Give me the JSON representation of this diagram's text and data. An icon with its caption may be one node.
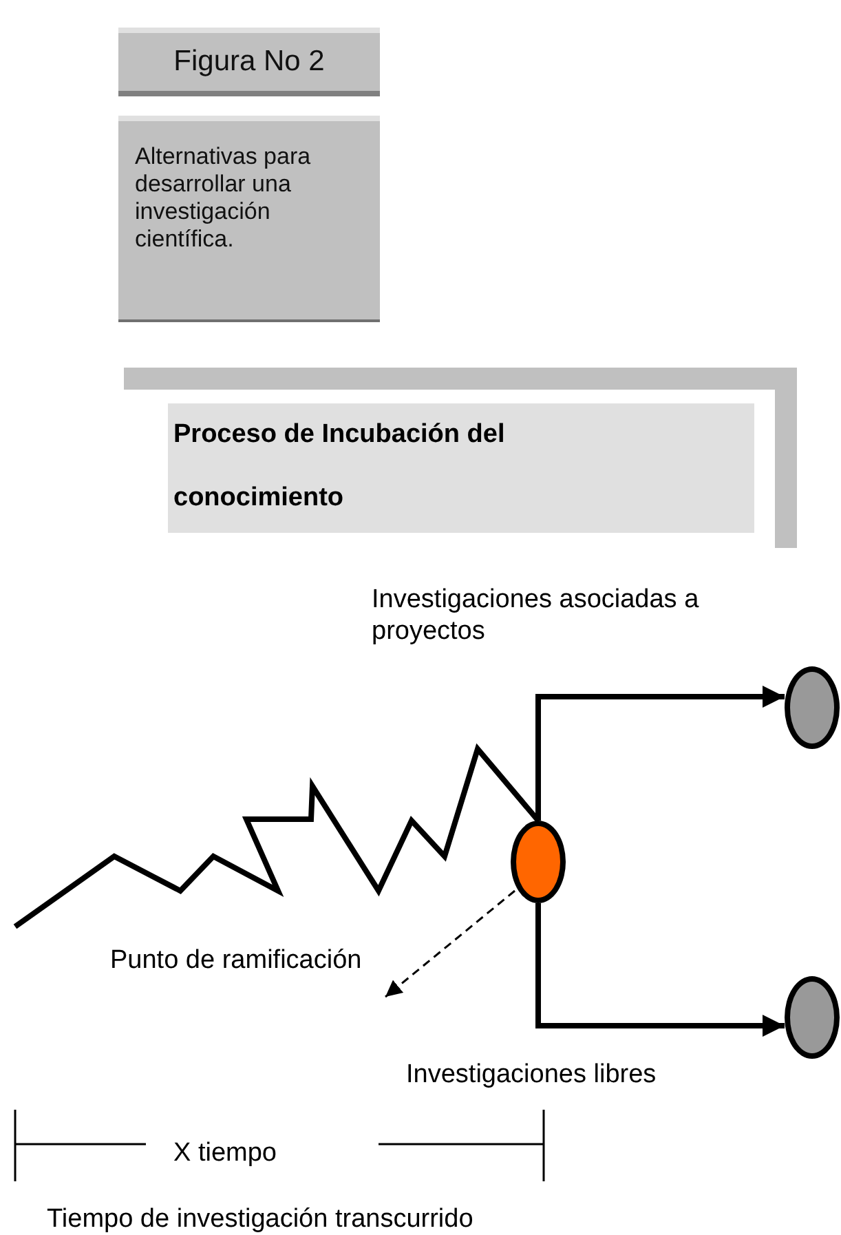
{
  "diagram": {
    "nodes": [
      {
        "text": [
          "Figura No 2"
        ]
      },
      {
        "text": [
          "Alternativas para desarrollar una investigación científica."
        ]
      },
      {
        "text": [
          "Proceso de Incubación del conocimiento"
        ]
      },
      {
        "text": [],
        "shape": "circle"
      },
      {
        "text": [],
        "shape": "circle"
      },
      {
        "text": [],
        "shape": "circle"
      },
      {
        "text": [
          "Punto de ramificación"
        ]
      }
    ],
    "edges": [
      {
        "from": null,
        "to": 3,
        "arrow": "none"
      },
      {
        "from": 3,
        "to": 4,
        "arrow": "to"
      },
      {
        "from": 3,
        "to": 5,
        "arrow": "to"
      },
      {
        "from": 3,
        "to": 6,
        "arrow": "to",
        "style": "dashed"
      }
    ],
    "labels": [
      "Investigaciones asociadas a proyectos",
      "Investigaciones libres",
      "X tiempo",
      "Tiempo de investigación transcurrido"
    ]
  }
}
